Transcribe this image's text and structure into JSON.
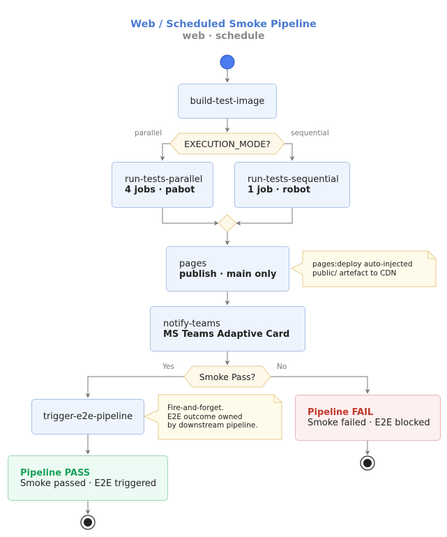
{
  "title": "Web / Scheduled Smoke Pipeline",
  "subtitle": "web · schedule",
  "nodes": {
    "build": "build-test-image",
    "parallel": {
      "name": "run-tests-parallel",
      "detail": "4 jobs · pabot"
    },
    "sequential": {
      "name": "run-tests-sequential",
      "detail": "1 job · robot"
    },
    "pages": {
      "name": "pages",
      "detail": "publish · main only"
    },
    "notify": {
      "name": "notify-teams",
      "detail": "MS Teams Adaptive Card"
    },
    "trigger": "trigger-e2e-pipeline",
    "pass": {
      "title": "Pipeline PASS",
      "detail": "Smoke passed · E2E triggered"
    },
    "fail": {
      "title": "Pipeline FAIL",
      "detail": "Smoke failed · E2E blocked"
    }
  },
  "decisions": {
    "mode": {
      "label": "EXECUTION_MODE?",
      "left": "parallel",
      "right": "sequential"
    },
    "smoke": {
      "label": "Smoke Pass?",
      "left": "Yes",
      "right": "No"
    }
  },
  "notes": {
    "pages": [
      "pages:deploy auto-injected",
      "public/ artefact to CDN"
    ],
    "trigger": [
      "Fire-and-forget.",
      "E2E outcome owned",
      "by downstream pipeline."
    ]
  },
  "colors": {
    "title": "#4a7bd0",
    "subtitle": "#8a8a8a",
    "start": "#4a7cf0",
    "node_fill": "#eef4fd",
    "node_border": "#a9c1e6",
    "decision_fill": "#fef8ea",
    "decision_border": "#e7c98a",
    "note_fill": "#fefbea",
    "note_border": "#e7c98a",
    "pass_text": "#1aa25c",
    "pass_fill": "#ebfaf2",
    "fail_text": "#c0392b",
    "fail_fill": "#fdf0f0",
    "edge": "#777777"
  }
}
